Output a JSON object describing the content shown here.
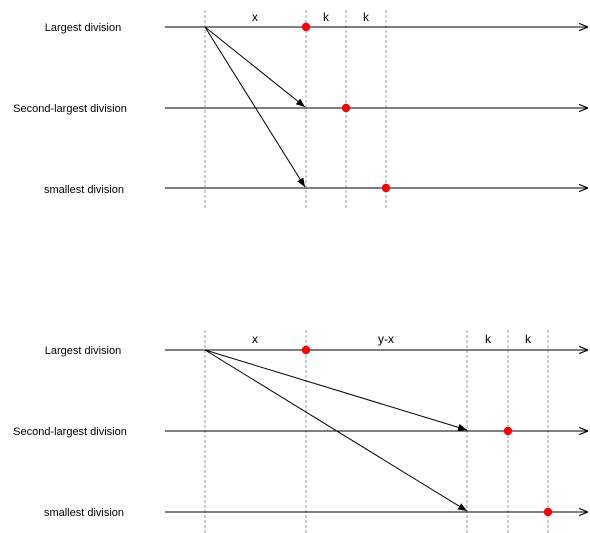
{
  "panels": [
    {
      "rows": [
        {
          "label": "Largest division"
        },
        {
          "label": "Second-largest division"
        },
        {
          "label": "smallest division"
        }
      ],
      "segment_labels": [
        "x",
        "k",
        "k"
      ],
      "colors": {
        "marker": "#ff0000",
        "line": "#000000",
        "guide": "#808080"
      }
    },
    {
      "rows": [
        {
          "label": "Largest division"
        },
        {
          "label": "Second-largest division"
        },
        {
          "label": "smallest division"
        }
      ],
      "segment_labels": [
        "x",
        "y-x",
        "k",
        "k"
      ],
      "colors": {
        "marker": "#ff0000",
        "line": "#000000",
        "guide": "#808080"
      }
    }
  ]
}
